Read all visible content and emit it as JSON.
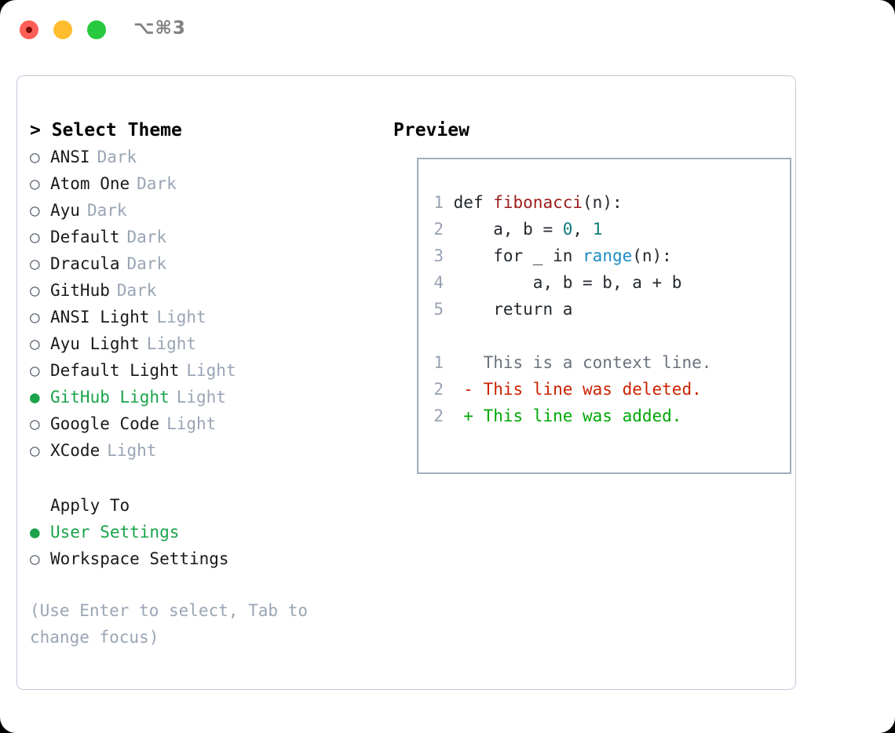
{
  "titlebar": {
    "shortcut": "⌥⌘3",
    "dots": [
      "close-red",
      "minimize-yellow",
      "maximize-green"
    ]
  },
  "theme_panel": {
    "title": "> Select Theme",
    "marker_selected": "●",
    "marker_unselected": "○",
    "items": [
      {
        "label": "ANSI",
        "tag": "Dark",
        "selected": false
      },
      {
        "label": "Atom One",
        "tag": "Dark",
        "selected": false
      },
      {
        "label": "Ayu",
        "tag": "Dark",
        "selected": false
      },
      {
        "label": "Default",
        "tag": "Dark",
        "selected": false
      },
      {
        "label": "Dracula",
        "tag": "Dark",
        "selected": false
      },
      {
        "label": "GitHub",
        "tag": "Dark",
        "selected": false
      },
      {
        "label": "ANSI Light",
        "tag": "Light",
        "selected": false
      },
      {
        "label": "Ayu Light",
        "tag": "Light",
        "selected": false
      },
      {
        "label": "Default Light",
        "tag": "Light",
        "selected": false
      },
      {
        "label": "GitHub Light",
        "tag": "Light",
        "selected": true
      },
      {
        "label": "Google Code",
        "tag": "Light",
        "selected": false
      },
      {
        "label": "XCode",
        "tag": "Light",
        "selected": false
      }
    ]
  },
  "apply_to": {
    "header": "Apply To",
    "items": [
      {
        "label": "User Settings",
        "selected": true
      },
      {
        "label": "Workspace Settings",
        "selected": false
      }
    ]
  },
  "hint": "(Use Enter to select, Tab to change focus)",
  "preview": {
    "title": "Preview",
    "code_lines": [
      {
        "no": "1",
        "parts": [
          {
            "t": "def ",
            "c": "plain"
          },
          {
            "t": "fibonacci",
            "c": "fn"
          },
          {
            "t": "(n):",
            "c": "plain"
          }
        ]
      },
      {
        "no": "2",
        "parts": [
          {
            "t": "    a, b = ",
            "c": "plain"
          },
          {
            "t": "0",
            "c": "num"
          },
          {
            "t": ", ",
            "c": "plain"
          },
          {
            "t": "1",
            "c": "num"
          }
        ]
      },
      {
        "no": "3",
        "parts": [
          {
            "t": "    for _ in ",
            "c": "plain"
          },
          {
            "t": "range",
            "c": "builtin"
          },
          {
            "t": "(n):",
            "c": "plain"
          }
        ]
      },
      {
        "no": "4",
        "parts": [
          {
            "t": "        a, b = b, a + b",
            "c": "plain"
          }
        ]
      },
      {
        "no": "5",
        "parts": [
          {
            "t": "    return a",
            "c": "plain"
          }
        ]
      }
    ],
    "diff_lines": [
      {
        "no": "1",
        "prefix": "  ",
        "text": "This is a context line.",
        "kind": "ctx"
      },
      {
        "no": "2",
        "prefix": "- ",
        "text": "This line was deleted.",
        "kind": "del"
      },
      {
        "no": "2",
        "prefix": "+ ",
        "text": "This line was added.",
        "kind": "add"
      }
    ]
  },
  "colors": {
    "accent_green": "#1aa34a",
    "diff_add": "#00a806",
    "diff_del": "#cc2200",
    "muted": "#9aa5b5",
    "border": "#a3adbf",
    "fn_red": "#9b1c1c",
    "num_teal": "#0e7c7b",
    "builtin_blue": "#1e8bc3"
  }
}
